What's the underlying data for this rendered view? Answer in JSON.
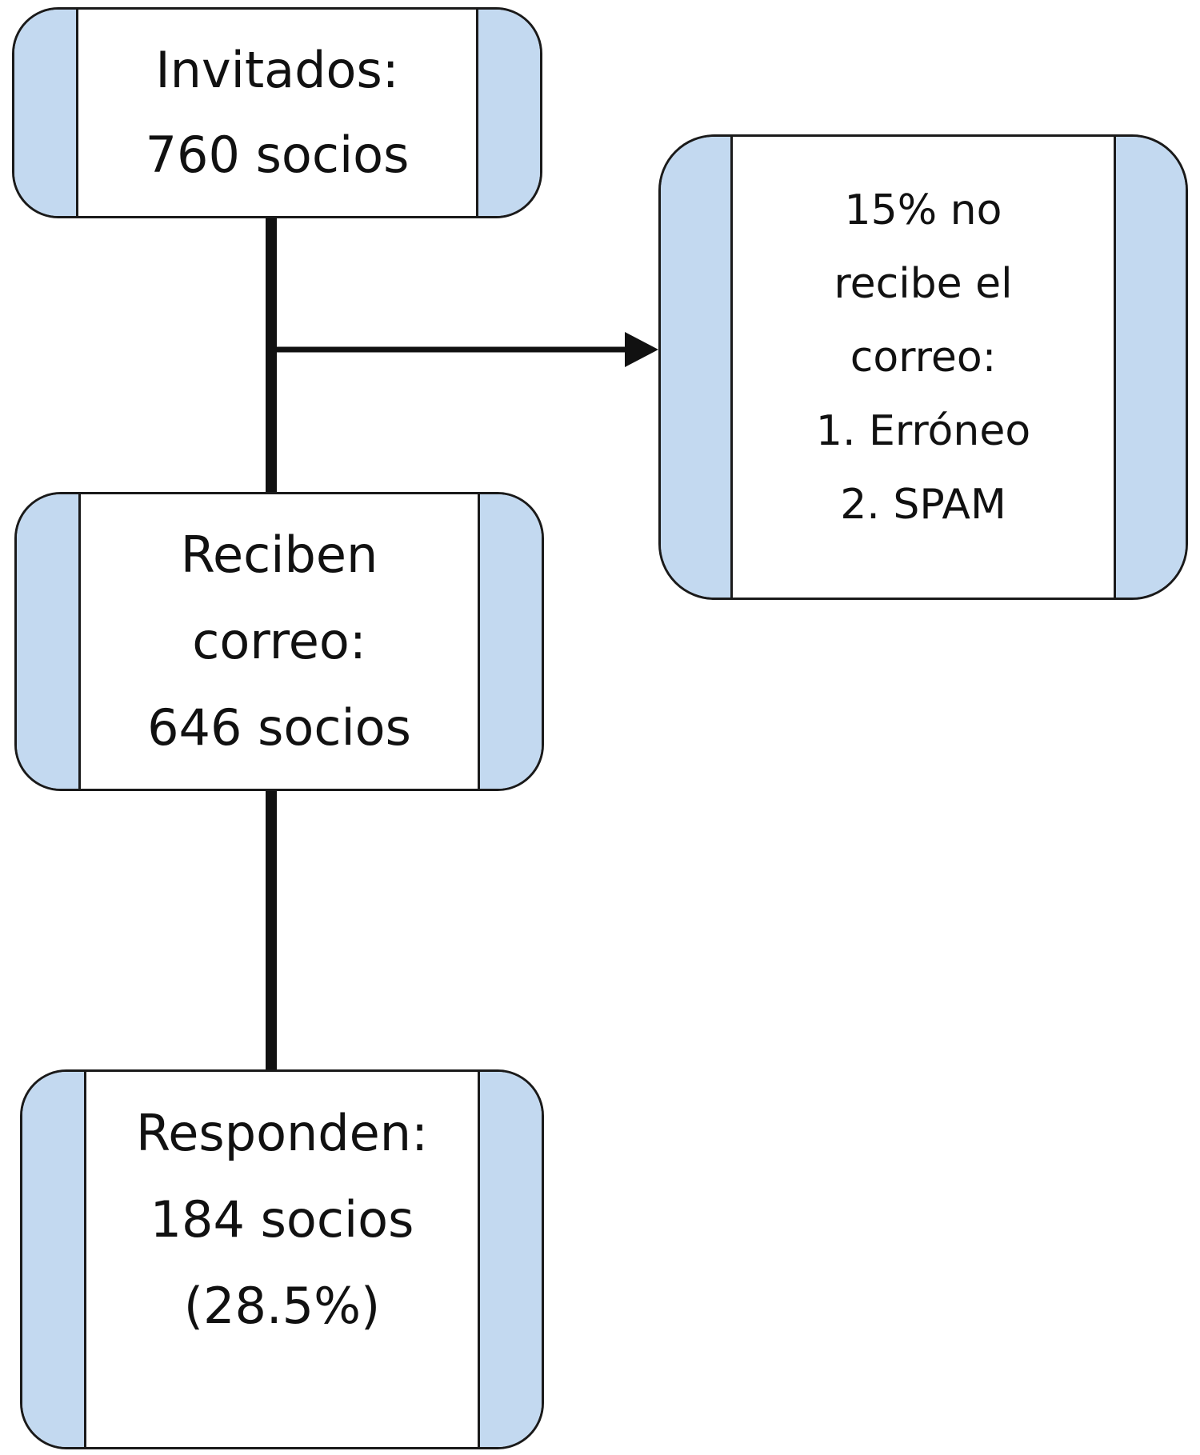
{
  "nodes": {
    "invitados": {
      "lines": [
        "Invitados:",
        "760 socios"
      ]
    },
    "no_recibe": {
      "lines": [
        "15% no",
        "recibe el",
        "correo:",
        "1. Erróneo",
        "2. SPAM"
      ]
    },
    "reciben": {
      "lines": [
        "Reciben",
        "correo:",
        "646 socios"
      ]
    },
    "responden": {
      "lines": [
        "Responden:",
        "184 socios",
        "(28.5%)"
      ]
    }
  },
  "colors": {
    "side_fill": "#c3d9f0",
    "border": "#1a1a1a",
    "connector": "#111111"
  }
}
